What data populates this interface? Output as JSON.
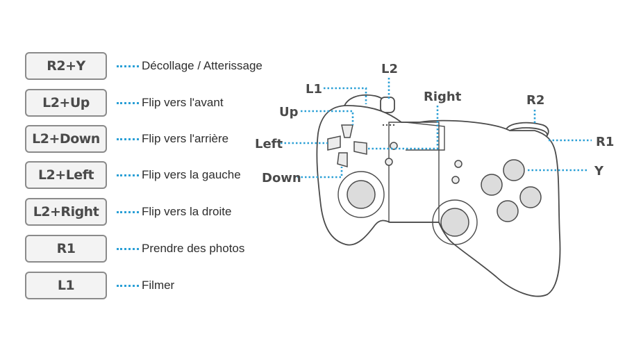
{
  "mappings": [
    {
      "key": "R2+Y",
      "action": "Décollage / Atterissage"
    },
    {
      "key": "L2+Up",
      "action": "Flip vers l'avant"
    },
    {
      "key": "L2+Down",
      "action": "Flip vers l'arrière"
    },
    {
      "key": "L2+Left",
      "action": "Flip vers la gauche"
    },
    {
      "key": "L2+Right",
      "action": "Flip vers la droite"
    },
    {
      "key": "R1",
      "action": "Prendre des photos"
    },
    {
      "key": "L1",
      "action": "Filmer"
    }
  ],
  "controller": {
    "labels": {
      "l1": "L1",
      "l2": "L2",
      "up": "Up",
      "right": "Right",
      "left": "Left",
      "down": "Down",
      "r2": "R2",
      "r1": "R1",
      "y": "Y"
    },
    "accent_color": "#2a9fd6"
  }
}
